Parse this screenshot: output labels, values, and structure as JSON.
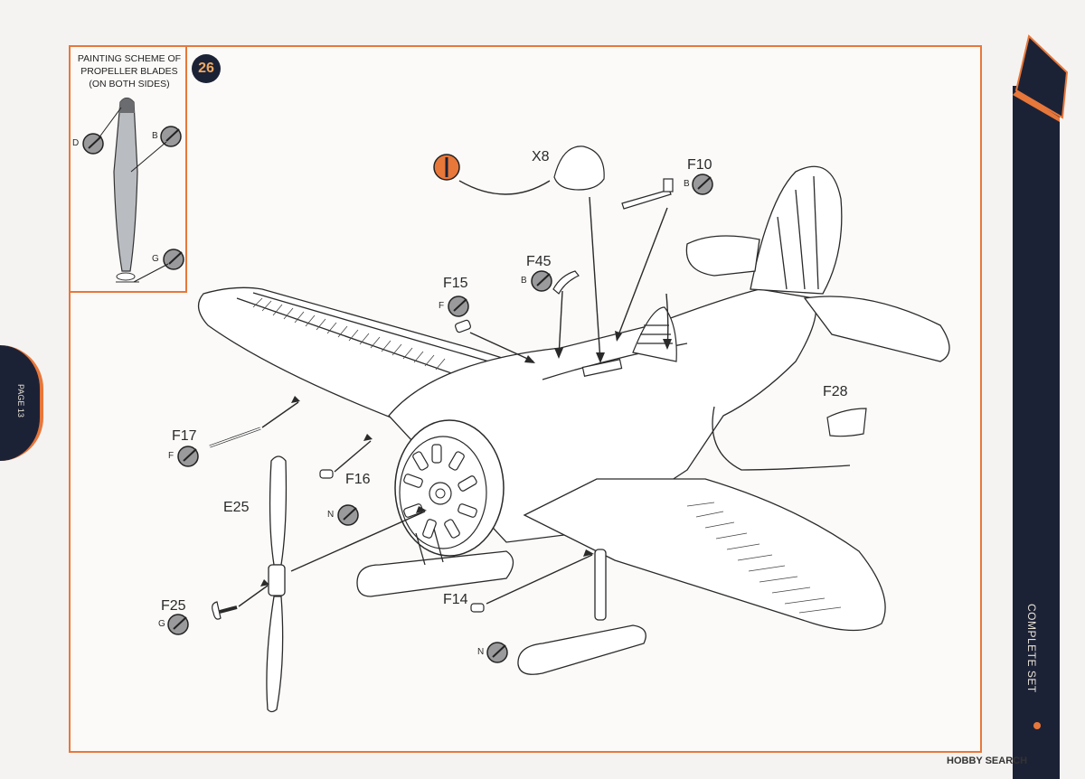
{
  "step": {
    "number": "26"
  },
  "painting_scheme": {
    "title_lines": [
      "PAINTING SCHEME OF",
      "PROPELLER BLADES",
      "(ON BOTH SIDES)"
    ],
    "colors": [
      "D",
      "B",
      "G"
    ]
  },
  "parts": [
    {
      "id": "X8",
      "label": "X8",
      "color": ""
    },
    {
      "id": "F10",
      "label": "F10",
      "color": "B"
    },
    {
      "id": "F45",
      "label": "F45",
      "color": "B"
    },
    {
      "id": "F15",
      "label": "F15",
      "color": "F"
    },
    {
      "id": "F28",
      "label": "F28",
      "color": ""
    },
    {
      "id": "F17",
      "label": "F17",
      "color": "F"
    },
    {
      "id": "F16",
      "label": "F16",
      "color": "N"
    },
    {
      "id": "E25",
      "label": "E25",
      "color": ""
    },
    {
      "id": "F25",
      "label": "F25",
      "color": "G"
    },
    {
      "id": "F14",
      "label": "F14",
      "color": "N"
    }
  ],
  "sidebar": {
    "page_label": "PAGE 13",
    "set_label": "COMPLETE SET"
  },
  "watermark": {
    "text": "HOBBY SEARCH"
  },
  "colors": {
    "frame": "#e8773a",
    "navy": "#1c2236",
    "paint_circle": "#9a9a9c"
  }
}
